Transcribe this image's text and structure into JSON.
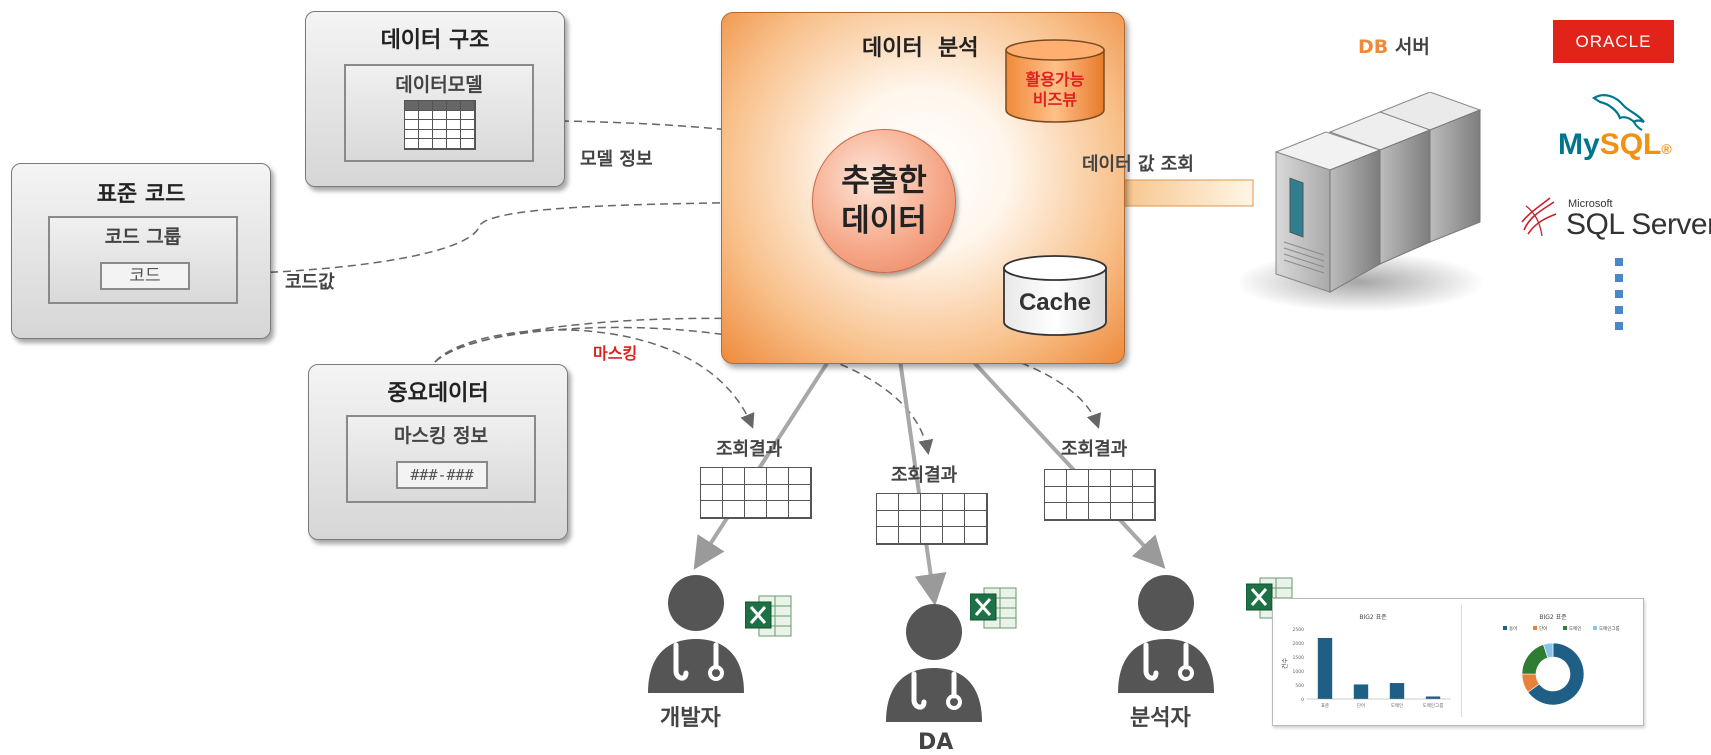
{
  "data_structure": {
    "title": "데이터 구조",
    "inner_title": "데이터모델"
  },
  "model_info_label": "모델 정보",
  "standard_code": {
    "title": "표준 코드",
    "inner_title": "코드 그룹",
    "code": "코드"
  },
  "code_value_label": "코드값",
  "important_data": {
    "title": "중요데이터",
    "inner_title": "마스킹 정보",
    "mask": "###-###"
  },
  "masking_label": "마스킹",
  "analysis": {
    "title": "데이터  분석",
    "biz_view_line1": "활용가능",
    "biz_view_line2": "비즈뷰",
    "cache": "Cache"
  },
  "extracted": {
    "line1": "추출한",
    "line2": "데이터"
  },
  "query_label": "데이터 값 조회",
  "db_server": {
    "db": "DB",
    "server": "서버"
  },
  "vendors": {
    "oracle": "ORACLE",
    "mysql_my": "My",
    "mysql_sql": "SQL",
    "mssql_microsoft": "Microsoft",
    "mssql": "SQL Server"
  },
  "results": [
    "조회결과",
    "조회결과",
    "조회결과"
  ],
  "roles": [
    "개발자",
    "DA",
    "분석자"
  ],
  "colors": {
    "accent_orange": "#ee8a3c",
    "red_text": "#e02020",
    "oracle_red": "#e2231a",
    "mysql_blue": "#00758f",
    "mysql_orange": "#f29111",
    "dots_blue": "#4a86c8"
  },
  "report_thumbnail": {
    "bar_title": "BIG2 표준",
    "donut_title": "BIG2 표준",
    "y_axis_label": "건수",
    "y_ticks": [
      "2500",
      "2000",
      "1500",
      "1000",
      "500",
      "0"
    ],
    "categories": [
      "표준",
      "단어",
      "도메인",
      "도메인그룹"
    ],
    "values": [
      2180,
      520,
      570,
      90
    ],
    "donut_legend": [
      "용어",
      "단어",
      "도메인",
      "도메인그룹"
    ],
    "donut_values": [
      65,
      10,
      20,
      5
    ],
    "donut_colors": [
      "#1f5f86",
      "#e8823a",
      "#2e7d32",
      "#8bc4e8"
    ]
  }
}
